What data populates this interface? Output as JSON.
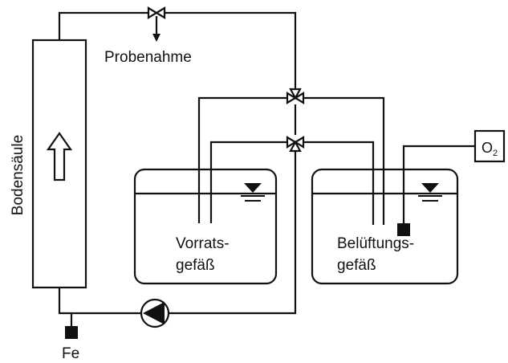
{
  "diagram": {
    "column_label": "Bodensäule",
    "sampling_label": "Probenahme",
    "storage_label_line1": "Vorrats-",
    "storage_label_line2": "gefäß",
    "aeration_label_line1": "Belüftungs-",
    "aeration_label_line2": "gefäß",
    "oxygen_label": "O",
    "oxygen_subscript": "2",
    "iron_label": "Fe"
  },
  "colors": {
    "line": "#111111",
    "fill": "#ffffff"
  },
  "icons": [
    "upward-flow-arrow-icon",
    "valve-icon",
    "pump-icon",
    "water-level-icon",
    "sensor-icon"
  ]
}
